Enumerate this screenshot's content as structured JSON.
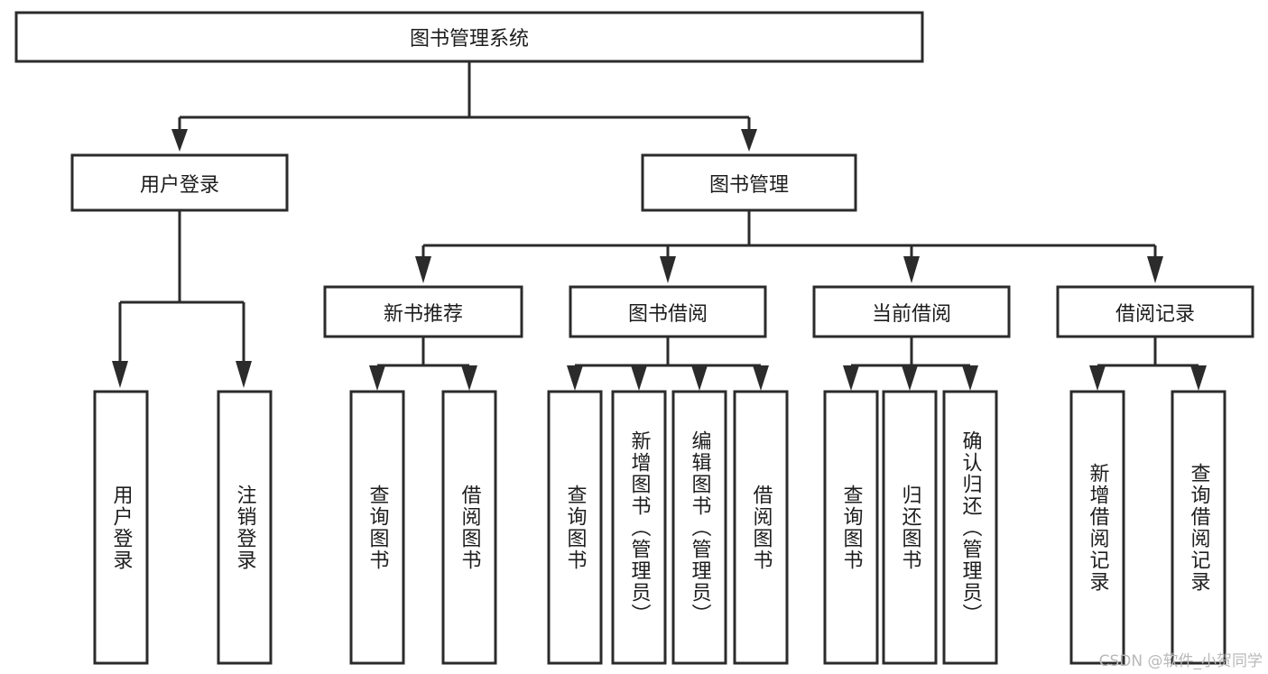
{
  "diagram": {
    "type": "tree",
    "title": "图书管理系统",
    "watermark": "CSDN @软件_小贺同学",
    "colors": {
      "box_stroke": "#2b2b2b",
      "box_fill": "#ffffff",
      "connector": "#2b2b2b",
      "text": "#1d1d1d",
      "watermark": "#b9b9b9",
      "background": "#ffffff"
    },
    "root": {
      "id": "root",
      "label": "图书管理系统",
      "orientation": "horizontal"
    },
    "level2": [
      {
        "id": "user-login",
        "label": "用户登录",
        "orientation": "horizontal"
      },
      {
        "id": "book-manage",
        "label": "图书管理",
        "orientation": "horizontal"
      }
    ],
    "level3": [
      {
        "id": "new-book-rec",
        "label": "新书推荐",
        "parent": "book-manage",
        "orientation": "horizontal"
      },
      {
        "id": "book-borrow",
        "label": "图书借阅",
        "parent": "book-manage",
        "orientation": "horizontal"
      },
      {
        "id": "current-borrow",
        "label": "当前借阅",
        "parent": "book-manage",
        "orientation": "horizontal"
      },
      {
        "id": "borrow-record",
        "label": "借阅记录",
        "parent": "book-manage",
        "orientation": "horizontal"
      }
    ],
    "leaves": [
      {
        "id": "leaf-user-login",
        "label": "用户登录",
        "parent": "user-login",
        "orientation": "vertical"
      },
      {
        "id": "leaf-user-logout",
        "label": "注销登录",
        "parent": "user-login",
        "orientation": "vertical"
      },
      {
        "id": "leaf-query-book-1",
        "label": "查询图书",
        "parent": "new-book-rec",
        "orientation": "vertical"
      },
      {
        "id": "leaf-borrow-book-1",
        "label": "借阅图书",
        "parent": "new-book-rec",
        "orientation": "vertical"
      },
      {
        "id": "leaf-query-book-2",
        "label": "查询图书",
        "parent": "book-borrow",
        "orientation": "vertical"
      },
      {
        "id": "leaf-add-book",
        "label": "新增图书（管理员）",
        "parent": "book-borrow",
        "orientation": "vertical"
      },
      {
        "id": "leaf-edit-book",
        "label": "编辑图书（管理员）",
        "parent": "book-borrow",
        "orientation": "vertical"
      },
      {
        "id": "leaf-borrow-book-2",
        "label": "借阅图书",
        "parent": "book-borrow",
        "orientation": "vertical"
      },
      {
        "id": "leaf-query-book-3",
        "label": "查询图书",
        "parent": "current-borrow",
        "orientation": "vertical"
      },
      {
        "id": "leaf-return-book",
        "label": "归还图书",
        "parent": "current-borrow",
        "orientation": "vertical"
      },
      {
        "id": "leaf-confirm-return",
        "label": "确认归还（管理员）",
        "parent": "current-borrow",
        "orientation": "vertical"
      },
      {
        "id": "leaf-add-record",
        "label": "新增借阅记录",
        "parent": "borrow-record",
        "orientation": "vertical"
      },
      {
        "id": "leaf-query-record",
        "label": "查询借阅记录",
        "parent": "borrow-record",
        "orientation": "vertical"
      }
    ]
  }
}
